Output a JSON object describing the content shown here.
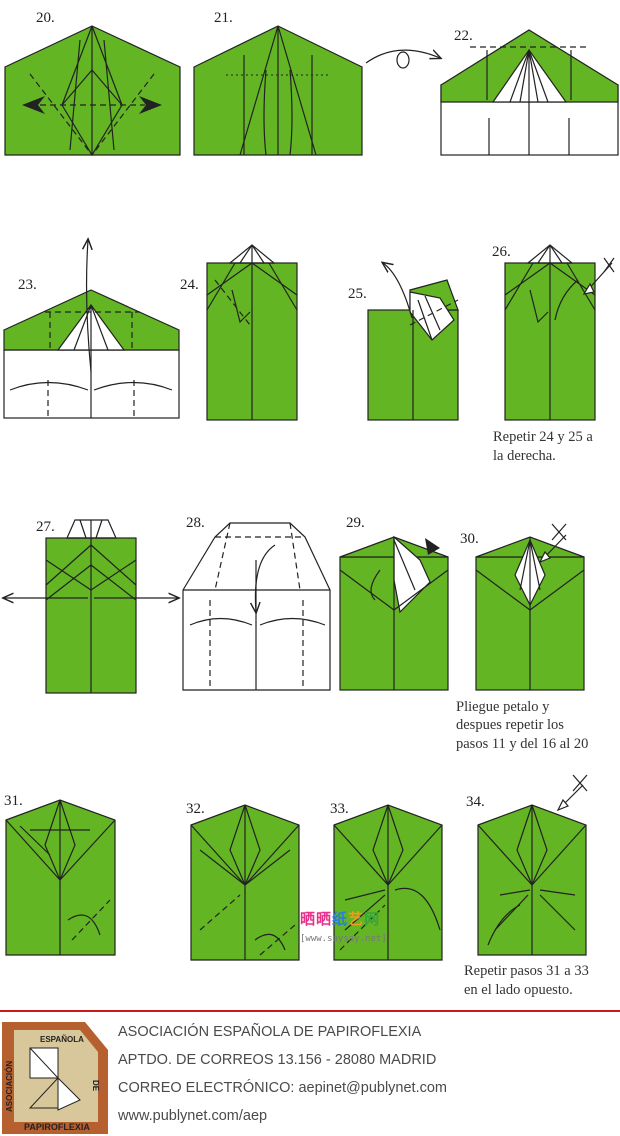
{
  "steps": [
    "20.",
    "21.",
    "22.",
    "23.",
    "24.",
    "25.",
    "26.",
    "27.",
    "28.",
    "29.",
    "30.",
    "31.",
    "32.",
    "33.",
    "34."
  ],
  "notes": {
    "note_26": [
      "Repetir 24 y 25 a",
      "la derecha."
    ],
    "note_30": [
      "Pliegue petalo y",
      "despues repetir los",
      "pasos 11 y del 16 al 20"
    ],
    "note_34": [
      "Repetir pasos 31 a 33",
      "en el lado opuesto."
    ]
  },
  "watermark": {
    "chars": [
      "晒",
      "晒",
      "纸",
      "艺",
      "网"
    ],
    "url": "[www.saysay.net]"
  },
  "footer": {
    "logo_text": {
      "top": "ESPAÑOLA",
      "left": "ASOCIACIÓN",
      "right": "DE",
      "bottom": "PAPIROFLEXIA"
    },
    "lines": [
      "ASOCIACIÓN ESPAÑOLA DE PAPIROFLEXIA",
      "APTDO. DE CORREOS 13.156 - 28080 MADRID",
      "CORREO ELECTRÓNICO: aepinet@publynet.com",
      "www.publynet.com/aep"
    ]
  },
  "colors": {
    "paper_green": "#63b523",
    "outline": "#222222",
    "footer_rule": "#cc1a1a",
    "text": "#4a4a4a"
  }
}
